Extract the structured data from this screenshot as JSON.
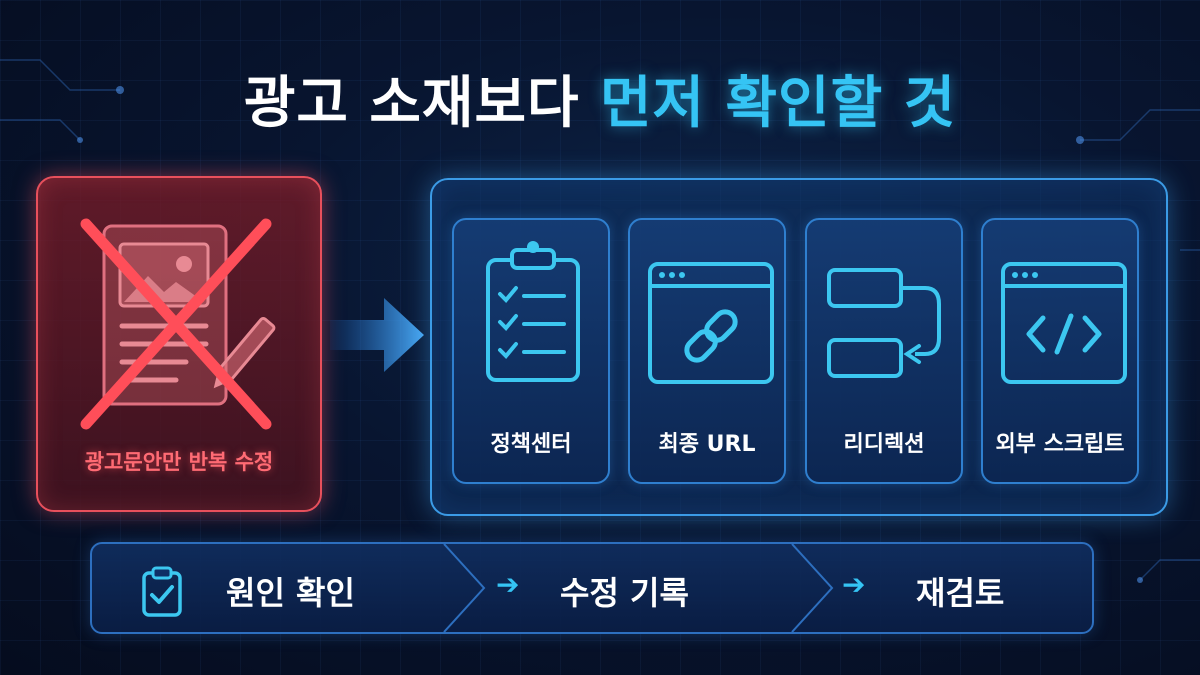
{
  "title": {
    "part1": "광고 소재보다",
    "part2": "먼저 확인할 것"
  },
  "avoid": {
    "label": "광고문안만 반복 수정",
    "icon": "crossed-out-ad-document-icon"
  },
  "checklist": [
    {
      "label": "정책센터",
      "icon": "clipboard-checklist-icon"
    },
    {
      "label": "최종 URL",
      "icon": "browser-link-icon"
    },
    {
      "label": "리디렉션",
      "icon": "redirect-flow-icon"
    },
    {
      "label": "외부 스크립트",
      "icon": "browser-code-icon"
    }
  ],
  "flow": [
    {
      "label": "원인 확인",
      "icon": "clipboard-check-icon"
    },
    {
      "label": "수정 기록"
    },
    {
      "label": "재검토"
    }
  ],
  "colors": {
    "accent": "#35c4f4",
    "danger": "#e8505c",
    "frame": "#3b9be6",
    "background": "#081530"
  }
}
